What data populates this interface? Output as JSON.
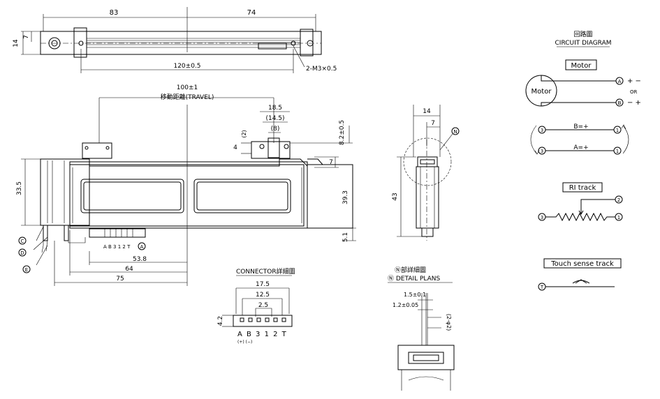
{
  "top_view": {
    "dim_83": "83",
    "dim_74": "74",
    "dim_14": "14",
    "dim_7": "7",
    "dim_120": "120±0.5",
    "screw_note": "2-M3×0.5"
  },
  "front_view": {
    "travel_value": "100±1",
    "travel_label": "移動距離(TRAVEL)",
    "dim_18_5": "18.5",
    "dim_14_5": "(14.5)",
    "dim_8": "(8)",
    "dim_2": "(2)",
    "dim_4": "4",
    "dim_8_2": "8.2±0.5",
    "dim_7": "7",
    "dim_33_5": "33.5",
    "dim_39_3": "39.3",
    "dim_5_1": "5.1",
    "dim_53_8": "53.8",
    "dim_64": "64",
    "dim_75": "75",
    "pin_labels": "A B 3 1 2 T",
    "callout_a": "A",
    "callout_c": "C",
    "callout_d": "D",
    "callout_e": "E"
  },
  "side_view": {
    "dim_14": "14",
    "dim_7": "7",
    "dim_43": "43",
    "callout_n": "N"
  },
  "connector_detail": {
    "title": "CONNECTOR詳細圖",
    "dim_17_5": "17.5",
    "dim_12_5": "12.5",
    "dim_2_5": "2.5",
    "dim_4_2": "4.2",
    "pins": "A B 3 1 2 T",
    "polarity": "(+) (−)"
  },
  "n_detail": {
    "title_jp": "Ⓝ部詳細圖",
    "title_en": "Ⓝ DETAIL PLANS",
    "dim_1_5": "1.5±0.1",
    "dim_1_2": "1.2±0.05",
    "dim_2_phi2": "(2-φ2)"
  },
  "circuit": {
    "title_jp": "回路圖",
    "title_en": "CIRCUIT DIAGRAM",
    "motor_box": "Motor",
    "motor_label": "Motor",
    "node_a": "A",
    "node_b": "B",
    "pol_a": "+ −",
    "or_label": "OR",
    "pol_b": "− +",
    "b_eq": "B=+",
    "a_eq": "A=+",
    "node_3": "3",
    "node_1": "1",
    "ri_title": "RI track",
    "node_2": "2",
    "touch_title": "Touch sense track",
    "node_t": "T"
  }
}
